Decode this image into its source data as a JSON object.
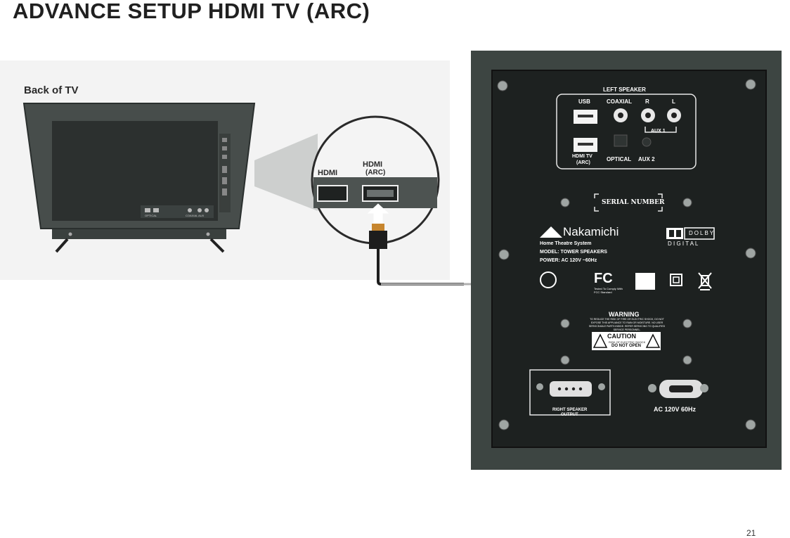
{
  "page": {
    "title": "ADVANCE SETUP  HDMI TV (ARC)",
    "page_number": "21"
  },
  "tv": {
    "label": "Back of TV",
    "zoom_hdmi_left": "HDMI",
    "zoom_hdmi_right": "HDMI",
    "zoom_arc": "(ARC)",
    "port_optical": "OPTICAL",
    "port_coaxial": "COAXIAL AUX"
  },
  "speaker_panel": {
    "left_speaker": "LEFT SPEAKER",
    "usb": "USB",
    "coaxial": "COAXIAL",
    "r": "R",
    "l": "L",
    "aux1": "AUX 1",
    "hdmi_tv": "HDMI TV",
    "arc": "(ARC)",
    "optical": "OPTICAL",
    "aux2": "AUX 2",
    "serial_number": "SERIAL NUMBER",
    "brand": "Nakamichi",
    "product": "Home Theatre System",
    "model": "MODEL: TOWER SPEAKERS",
    "power": "POWER: AC 120V ~60Hz",
    "dolby": "DOLBY",
    "digital": "D I G I T A L",
    "fcc": "FC",
    "fcc_note": "Tested To Comply With FCC Standard",
    "warning": "WARNING",
    "warning_text": "TO REDUCE THE RISK OF FIRE OR ELECTRIC SHOCK, DO NOT EXPOSE THIS APPLIANCE TO RAIN OR MOISTURE. NO USER SERVICEABLE PARTS INSIDE. REFER SERVICING TO QUALIFIED SERVICE PERSONNEL.",
    "caution": "CAUTION",
    "caution_sub1": "RISK OF ELECTRIC SHOCK",
    "caution_sub2": "DO NOT OPEN",
    "right_speaker": "RIGHT SPEAKER",
    "output": "OUTPUT",
    "ac_input": "AC 120V  60Hz"
  },
  "colors": {
    "panel": "#3d4542",
    "connector_line": "#b0b0b0",
    "arrow": "#ffffff"
  }
}
